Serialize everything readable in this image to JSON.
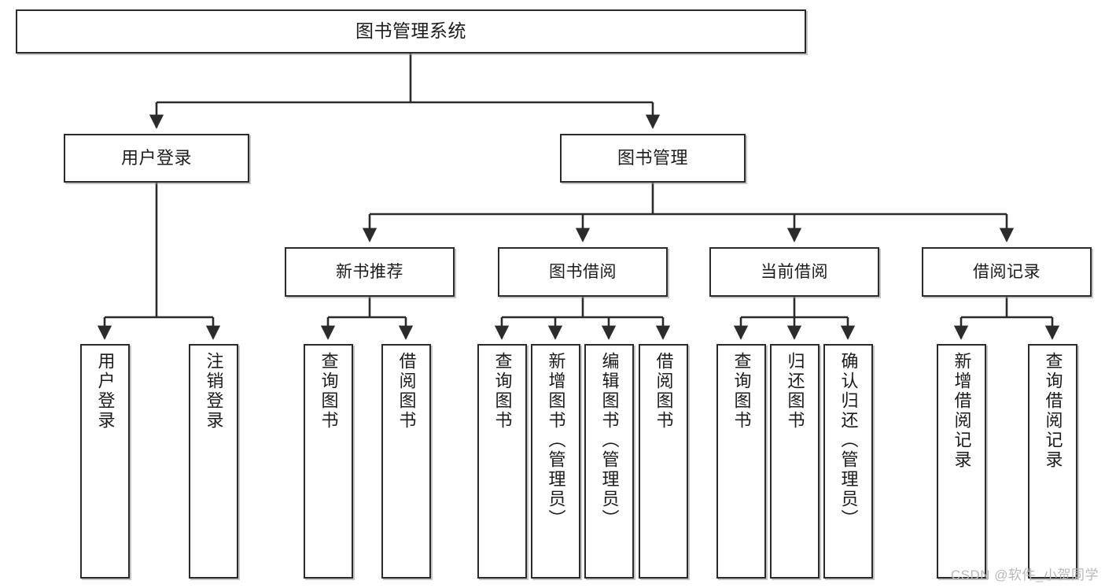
{
  "diagram": {
    "title": "图书管理系统",
    "type": "functional-structure-tree",
    "watermark": "CSDN @软件_小贺同学",
    "colors": {
      "box_border": "#2b2b2b",
      "box_fill": "#ffffff",
      "connector": "#2b2b2b",
      "text": "#1c1c1c",
      "watermark": "#b8b8b8"
    }
  },
  "nodes": {
    "root": {
      "label": "图书管理系统"
    },
    "level1": [
      {
        "id": "user-login",
        "label": "用户登录"
      },
      {
        "id": "book-manage",
        "label": "图书管理"
      }
    ],
    "level2": [
      {
        "id": "new-book-rec",
        "label": "新书推荐"
      },
      {
        "id": "book-borrow",
        "label": "图书借阅"
      },
      {
        "id": "current-borrow",
        "label": "当前借阅"
      },
      {
        "id": "borrow-record",
        "label": "借阅记录"
      }
    ],
    "leaves": {
      "user-login": [
        {
          "id": "leaf-user-login",
          "label": "用户登录"
        },
        {
          "id": "leaf-logout-login",
          "label": "注销登录"
        }
      ],
      "new-book-rec": [
        {
          "id": "leaf-query-book-1",
          "label": "查询图书"
        },
        {
          "id": "leaf-borrow-book-1",
          "label": "借阅图书"
        }
      ],
      "book-borrow": [
        {
          "id": "leaf-query-book-2",
          "label": "查询图书"
        },
        {
          "id": "leaf-add-book",
          "label": "新增图书（管理员）"
        },
        {
          "id": "leaf-edit-book",
          "label": "编辑图书（管理员）"
        },
        {
          "id": "leaf-borrow-book-2",
          "label": "借阅图书"
        }
      ],
      "current-borrow": [
        {
          "id": "leaf-query-book-3",
          "label": "查询图书"
        },
        {
          "id": "leaf-return-book",
          "label": "归还图书"
        },
        {
          "id": "leaf-confirm-return",
          "label": "确认归还（管理员）"
        }
      ],
      "borrow-record": [
        {
          "id": "leaf-add-record",
          "label": "新增借阅记录"
        },
        {
          "id": "leaf-query-record",
          "label": "查询借阅记录"
        }
      ]
    }
  }
}
